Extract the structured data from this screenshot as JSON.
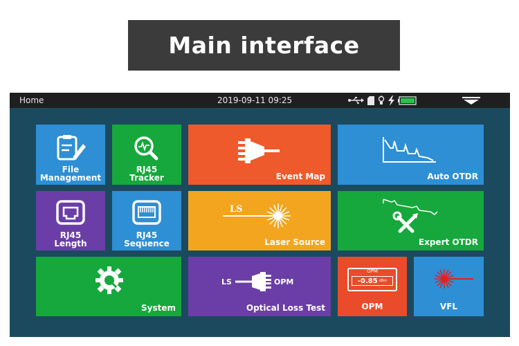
{
  "banner": {
    "title": "Main interface"
  },
  "statusbar": {
    "home": "Home",
    "datetime": "2019-09-11 09:25",
    "icons": [
      "usb-icon",
      "sd-card-icon",
      "bulb-icon",
      "charging-icon",
      "battery-icon",
      "menu-down-icon"
    ]
  },
  "tiles": {
    "file_management": {
      "line1": "File",
      "line2": "Management"
    },
    "rj45_tracker": {
      "line1": "RJ45",
      "line2": "Tracker"
    },
    "event_map": {
      "label": "Event Map"
    },
    "auto_otdr": {
      "label": "Auto OTDR"
    },
    "rj45_length": {
      "line1": "RJ45",
      "line2": "Length"
    },
    "rj45_sequence": {
      "line1": "RJ45",
      "line2": "Sequence"
    },
    "laser_source": {
      "label": "Laser Source",
      "icon_text": "LS"
    },
    "expert_otdr": {
      "label": "Expert OTDR"
    },
    "system": {
      "label": "System"
    },
    "optical_loss_test": {
      "label": "Optical Loss Test",
      "icon_left": "LS",
      "icon_right": "OPM"
    },
    "opm": {
      "label": "OPM",
      "icon_title": "OPM",
      "icon_value": "-0.85",
      "icon_unit": "dBm"
    },
    "vfl": {
      "label": "VFL"
    }
  },
  "colors": {
    "blue": "#2e8fd4",
    "green": "#16a83c",
    "orange": "#ef5a2c",
    "purple": "#6a3ea6",
    "yellow": "#f3a51f",
    "red": "#ea4b2a",
    "screen_bg": "#1b4a5e",
    "banner_bg": "#3b3b3b"
  }
}
